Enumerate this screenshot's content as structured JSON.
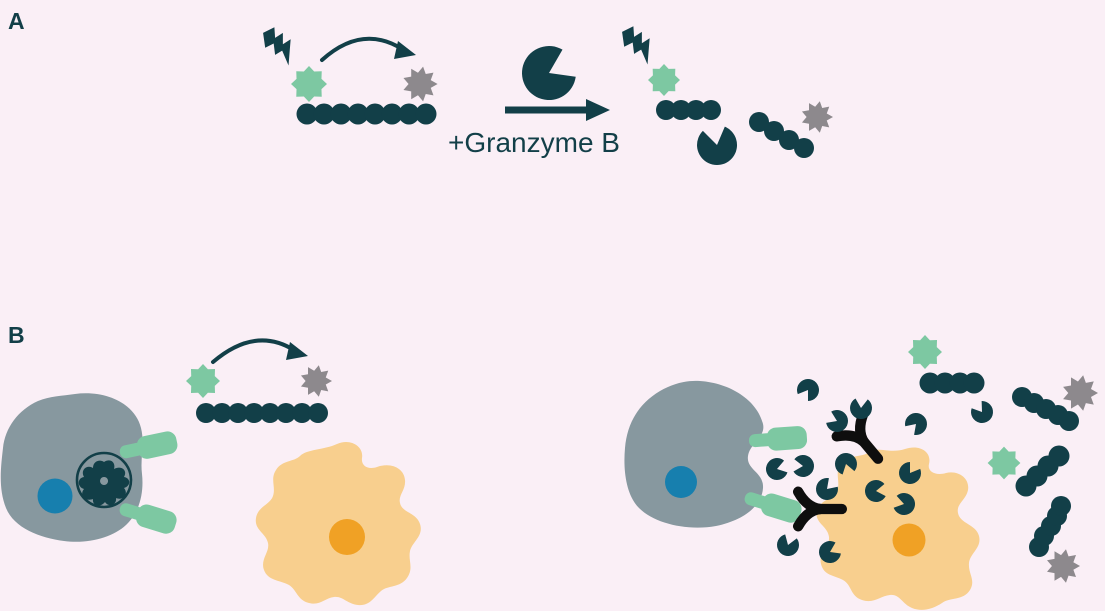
{
  "panels": {
    "a": {
      "label": "A",
      "reaction_label": "+Granzyme B"
    },
    "b": {
      "label": "B"
    }
  },
  "colors": {
    "bg": "#faeff6",
    "ink": "#123f48",
    "fluorophore-green": "#7dc8a2",
    "quencher-gray": "#8d898d",
    "cell-gray": "#87989f",
    "nucleus-blue": "#177fae",
    "target-cell-orange": "#f8cf8e",
    "target-nucleus-orange": "#f0a125",
    "antibody-black": "#0e0e0e"
  },
  "icons": {
    "excitation": "lightning-bolt-icon",
    "fluorophore": "green-star-icon",
    "quencher": "gray-star-icon",
    "peptide_substrate": "bead-chain-icon",
    "granzyme_b_enzyme": "pacman-enzyme-icon",
    "energy_transfer": "curved-arrow-icon",
    "reaction": "right-arrow-icon",
    "killer_cell": "gray-cell-icon",
    "target_cell": "orange-cell-icon",
    "receptor": "green-receptor-icon",
    "antibody": "black-antibody-icon",
    "granule": "granule-circle-icon",
    "nucleus": "nucleus-icon"
  }
}
